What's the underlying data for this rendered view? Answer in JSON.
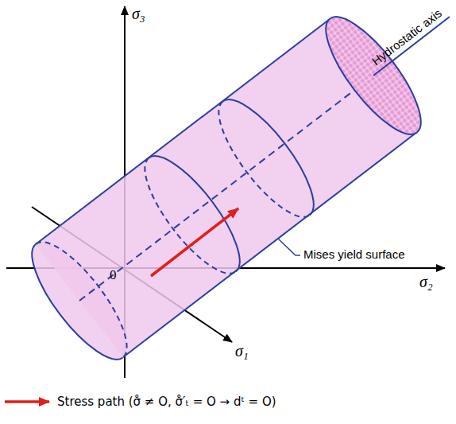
{
  "diagram": {
    "labels": [
      "σ₃",
      "σ₂",
      "σ₁",
      "0",
      "Hydrostatic axis",
      "Mises yield surface"
    ],
    "legend": [
      {
        "text": "Stress path (σ̊ ≠ O,  σ̊′ₜ = O → dᵗ = O)"
      }
    ]
  }
}
